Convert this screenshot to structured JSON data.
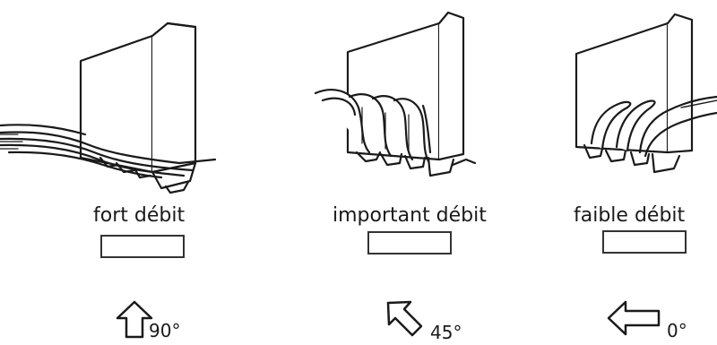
{
  "panels": [
    {
      "label": "fort débit",
      "angle": "90°",
      "arrow": "up-arrow"
    },
    {
      "label": "important débit",
      "angle": "45°",
      "arrow": "up-left-arrow"
    },
    {
      "label": "faible débit",
      "angle": "0°",
      "arrow": "left-arrow"
    }
  ]
}
